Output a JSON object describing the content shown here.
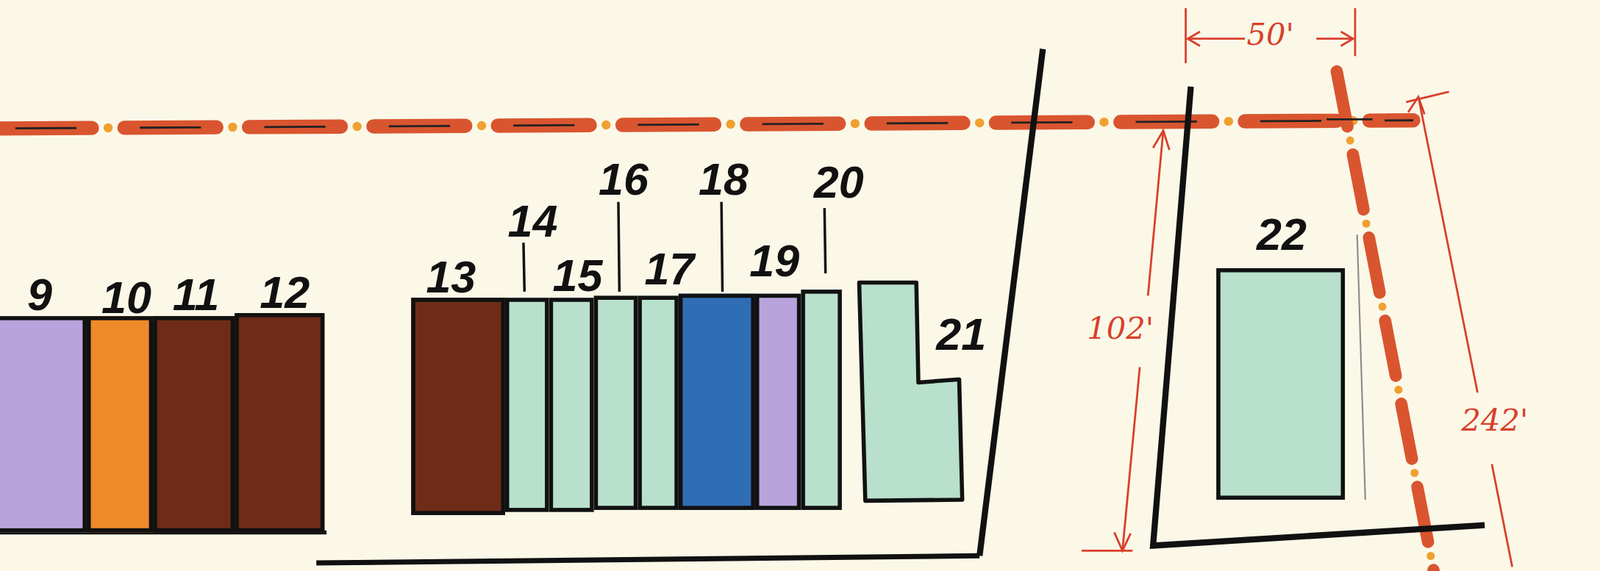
{
  "diagram": {
    "nodes": [
      {
        "text": [
          "9"
        ]
      },
      {
        "text": [
          "10"
        ]
      },
      {
        "text": [
          "11"
        ]
      },
      {
        "text": [
          "12"
        ]
      },
      {
        "text": [
          "13"
        ]
      },
      {
        "text": [
          "14"
        ]
      },
      {
        "text": [
          "15"
        ]
      },
      {
        "text": [
          "16"
        ]
      },
      {
        "text": [
          "17"
        ]
      },
      {
        "text": [
          "18"
        ]
      },
      {
        "text": [
          "19"
        ]
      },
      {
        "text": [
          "20"
        ]
      },
      {
        "text": [
          "21"
        ]
      },
      {
        "text": [
          "22"
        ]
      }
    ],
    "labels": [
      "50'",
      "102'",
      "242'"
    ]
  }
}
